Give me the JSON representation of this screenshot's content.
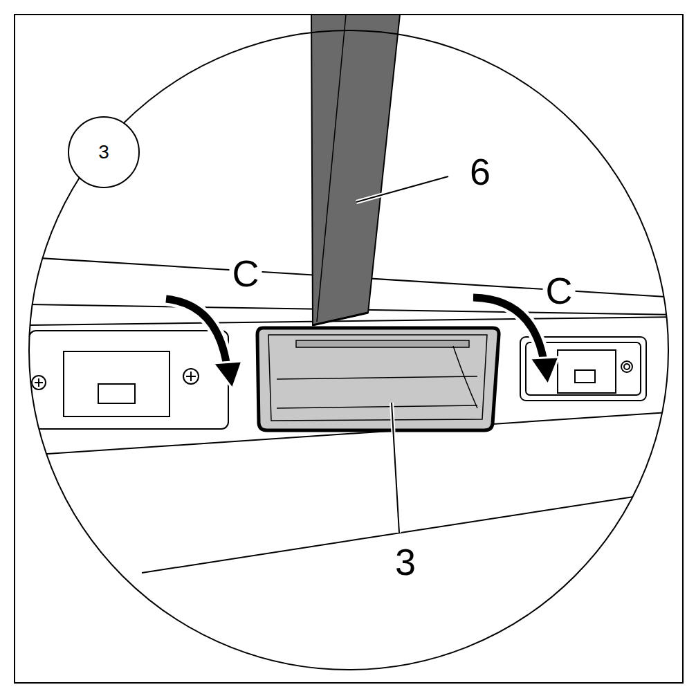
{
  "diagram": {
    "nodes": [
      {
        "text": [
          "3"
        ]
      }
    ],
    "labels": [
      "6",
      "C",
      "C",
      "3"
    ]
  }
}
